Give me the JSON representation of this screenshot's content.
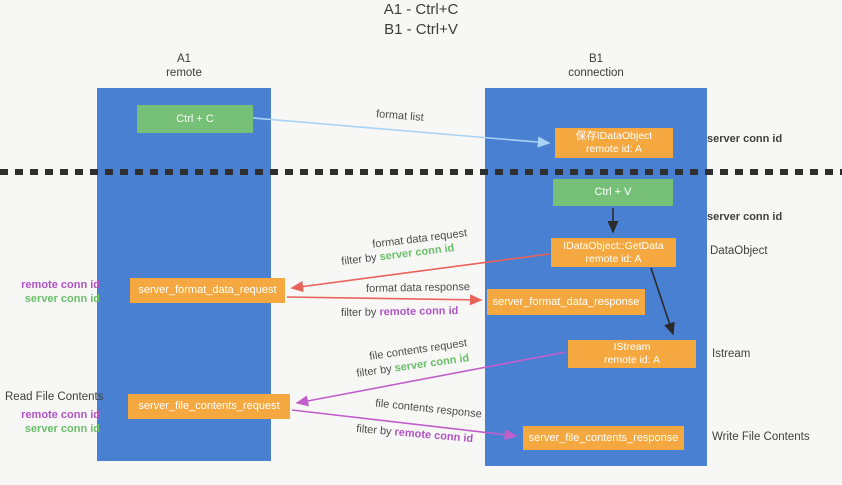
{
  "title": {
    "line1": "A1 - Ctrl+C",
    "line2": "B1 - Ctrl+V"
  },
  "columns": {
    "left": {
      "name": "A1",
      "role": "remote"
    },
    "right": {
      "name": "B1",
      "role": "connection"
    }
  },
  "nodes": {
    "ctrl_c": {
      "label": "Ctrl + C"
    },
    "save_idataobject": {
      "line1": "保存IDataObject",
      "line2": "remote id: A"
    },
    "ctrl_v": {
      "label": "Ctrl + V"
    },
    "getdata": {
      "line1": "IDataObject::GetData",
      "line2": "remote id: A"
    },
    "format_request": {
      "label": "server_format_data_request"
    },
    "format_response": {
      "label": "server_format_data_response"
    },
    "istream": {
      "line1": "IStream",
      "line2": "remote id: A"
    },
    "file_request": {
      "label": "server_file_contents_request"
    },
    "file_response": {
      "label": "server_file_contents_response"
    }
  },
  "arrow_labels": {
    "format_list": "format list",
    "format_data_request": "format data request",
    "format_data_response": "format data response",
    "file_contents_request": "file contents request",
    "file_contents_response": "file contents response",
    "filter_by": "filter by",
    "server_conn_id": "server conn id",
    "remote_conn_id": "remote conn id"
  },
  "side_labels": {
    "server_conn_id_top": "server conn id",
    "server_conn_id_mid": "server conn id",
    "dataobject": "DataObject",
    "istream": "Istream",
    "write_file_contents": "Write File Contents",
    "read_file_contents": "Read File Contents",
    "remote_conn_id": "remote conn id",
    "server_conn_id": "server conn id"
  },
  "colors": {
    "column_blue": "#4a80d2",
    "box_orange": "#f6a840",
    "box_green": "#77c077",
    "arrow_lightblue": "#a9d3f2",
    "arrow_red": "#e8635a",
    "arrow_magenta": "#c25ecc",
    "arrow_black": "#2b2b2b",
    "text_green": "#6abf69",
    "text_purple": "#b054c4"
  }
}
